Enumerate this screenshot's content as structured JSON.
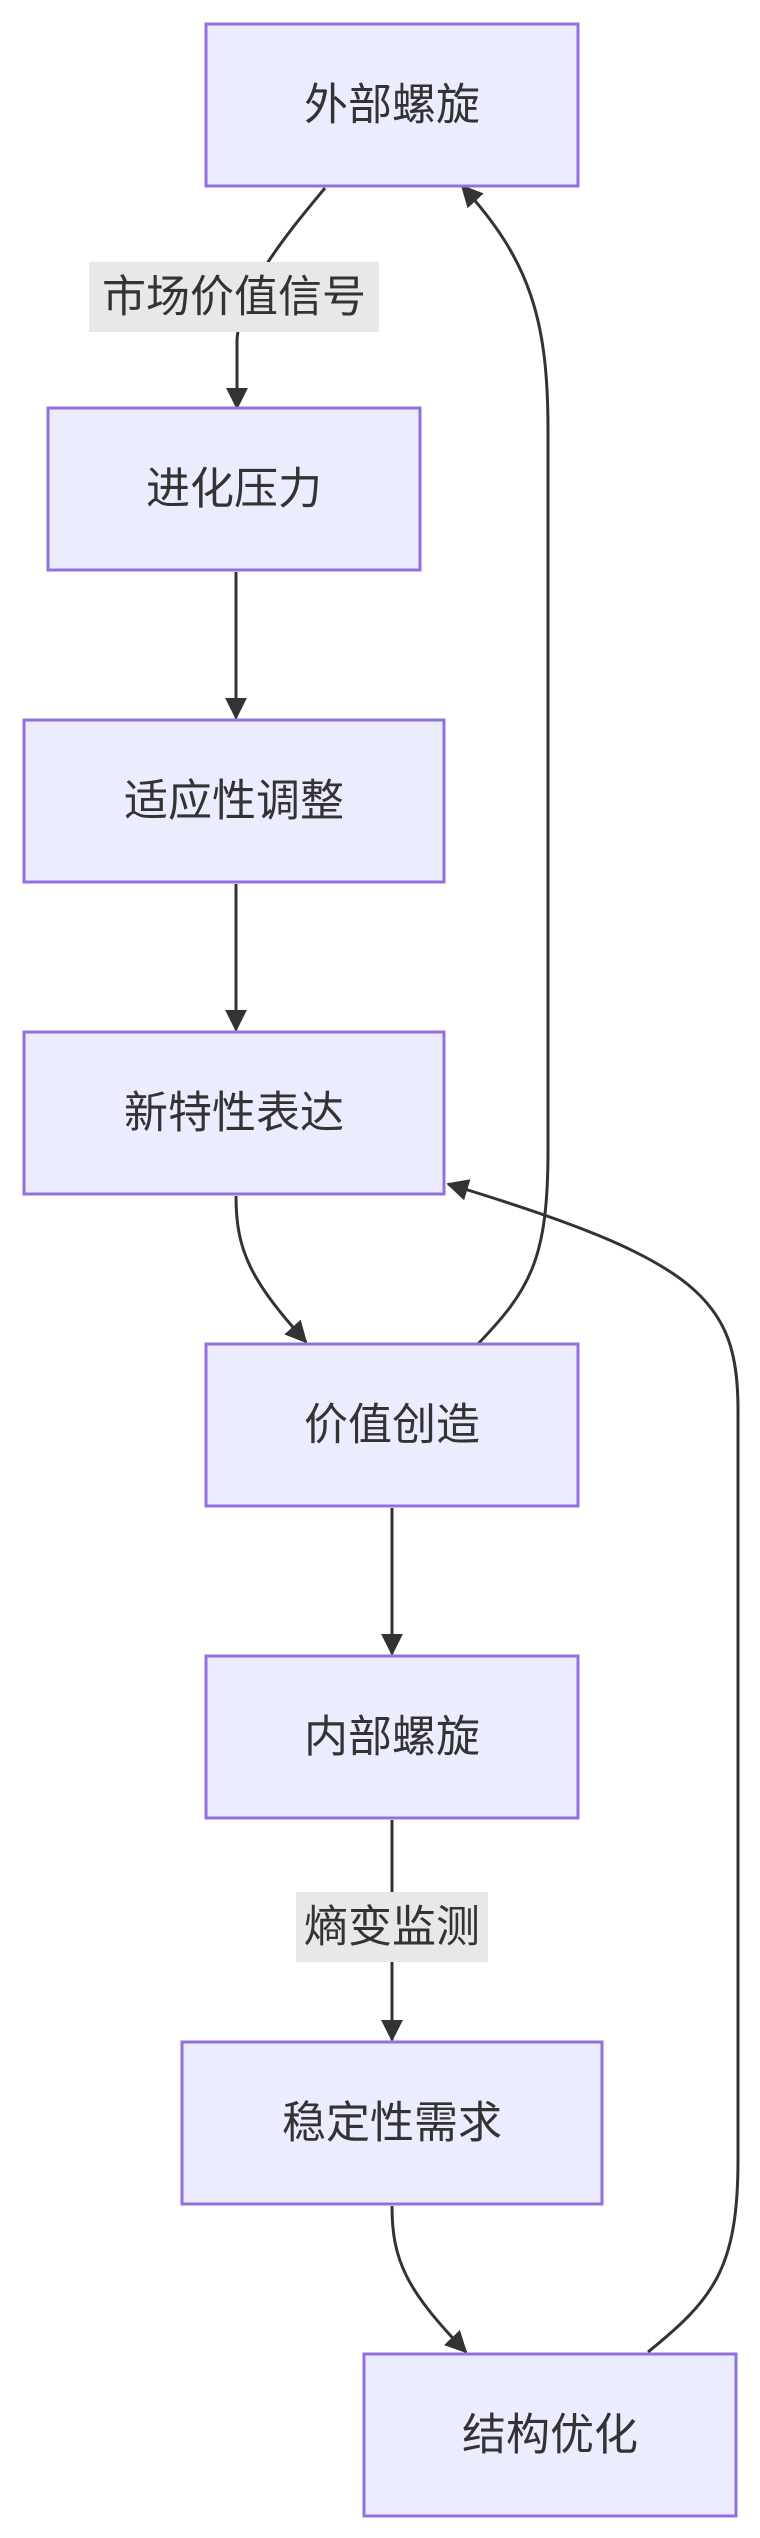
{
  "nodes": {
    "external_spiral": "外部螺旋",
    "evolution_pressure": "进化压力",
    "adaptive_adjustment": "适应性调整",
    "new_trait_expression": "新特性表达",
    "value_creation": "价值创造",
    "internal_spiral": "内部螺旋",
    "stability_demand": "稳定性需求",
    "structure_optimization": "结构优化"
  },
  "edge_labels": {
    "market_value_signal": "市场价值信号",
    "entropy_monitoring": "熵变监测"
  },
  "colors": {
    "node_fill": "#ECECFF",
    "node_stroke": "#9370DB",
    "edge": "#333333",
    "label_bg": "#E8E8E8",
    "text": "#333333"
  }
}
